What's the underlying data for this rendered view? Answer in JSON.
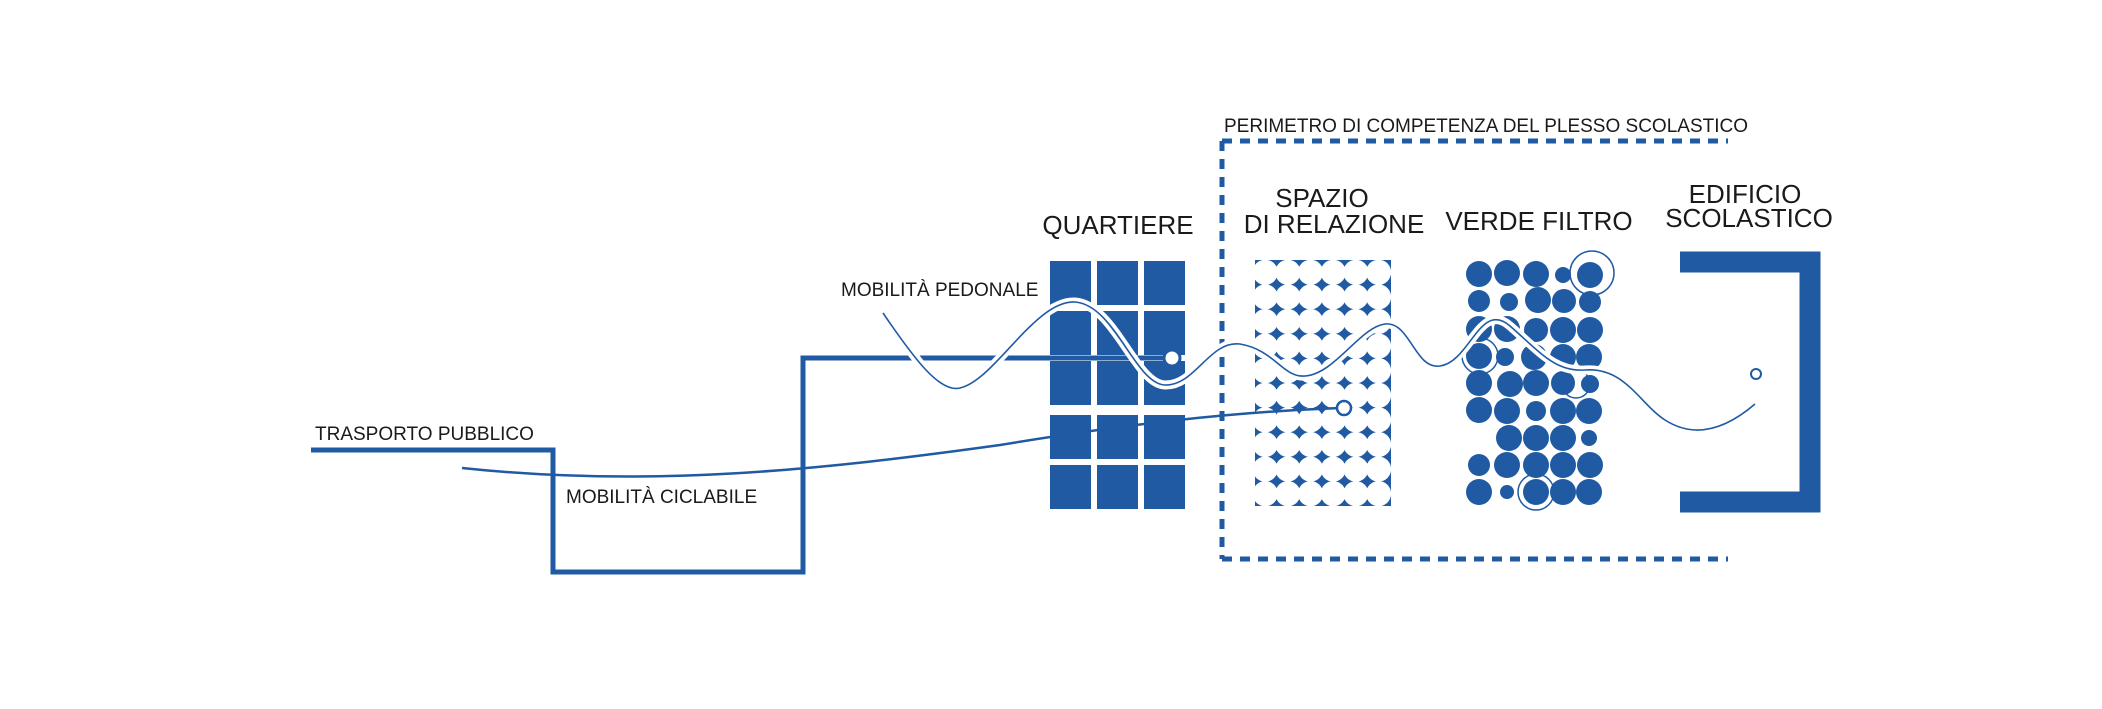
{
  "labels": {
    "perimeter": "PERIMETRO DI COMPETENZA DEL PLESSO SCOLASTICO",
    "quartiere": "QUARTIERE",
    "spazio_line1": "SPAZIO",
    "spazio_line2": "DI RELAZIONE",
    "verde": "VERDE FILTRO",
    "edificio_line1": "EDIFICIO",
    "edificio_line2": "SCOLASTICO",
    "trasporto": "TRASPORTO PUBBLICO",
    "ciclabile": "MOBILITÀ CICLABILE",
    "pedonale": "MOBILITÀ PEDONALE"
  },
  "colors": {
    "primary": "#1f5aa3",
    "text": "#1a1a1a",
    "background": "#ffffff"
  }
}
